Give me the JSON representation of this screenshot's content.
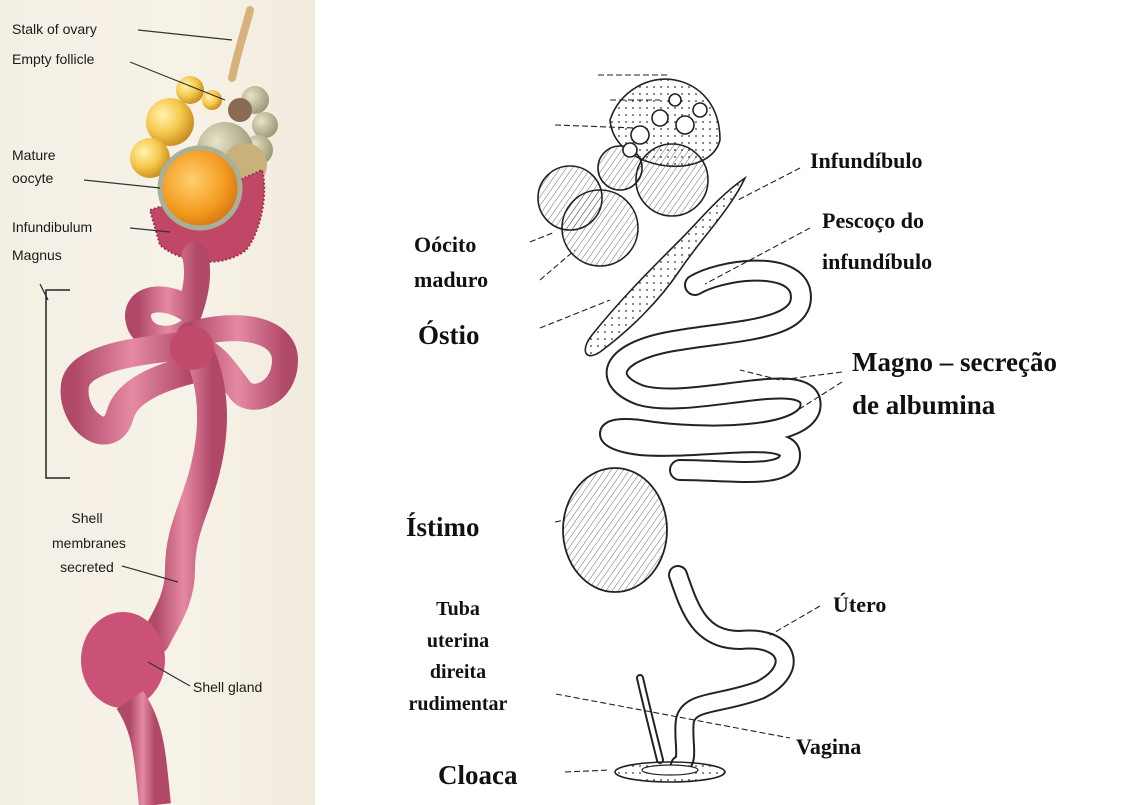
{
  "left_labels": {
    "stalk_of_ovary": "Stalk of ovary",
    "empty_follicle": "Empty follicle",
    "mature_oocyte_line1": "Mature",
    "mature_oocyte_line2": "oocyte",
    "infundibulum": "Infundibulum",
    "magnus": "Magnus",
    "shell_membranes_line1": "Shell",
    "shell_membranes_line2": "membranes",
    "shell_membranes_line3": "secreted",
    "shell_gland": "Shell gland"
  },
  "right_labels": {
    "infundibulo": "Infundíbulo",
    "pescoco_line1": "Pescoço do",
    "pescoco_line2": "infundíbulo",
    "oocito_line1": "Oócito",
    "oocito_line2": "maduro",
    "ostio": "Óstio",
    "magno_line1": "Magno – secreção",
    "magno_line2": "de albumina",
    "istimo": "Ístimo",
    "utero": "Útero",
    "tuba_line1": "Tuba",
    "tuba_line2": "uterina",
    "tuba_line3": "direita",
    "tuba_line4": "rudimentar",
    "vagina": "Vagina",
    "cloaca": "Cloaca"
  },
  "colors": {
    "oviduct_pink": "#c85a7a",
    "oviduct_light": "#e79bb0",
    "yolk_orange": "#f0a020",
    "yolk_yellow": "#f5d060",
    "panel_bg": "#f5f0e6",
    "sketch_ink": "#222222"
  }
}
